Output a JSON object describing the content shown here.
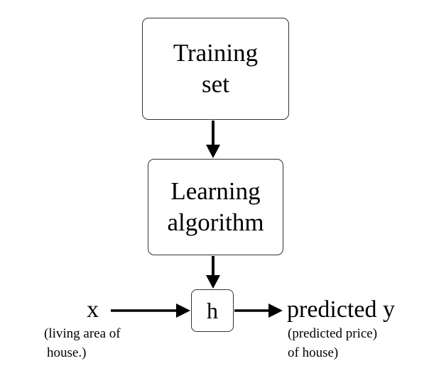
{
  "training_box": {
    "line1": "Training",
    "line2": "set"
  },
  "learning_box": {
    "line1": "Learning",
    "line2": "algorithm"
  },
  "hypothesis_box": {
    "label": "h"
  },
  "input": {
    "label": "x",
    "note_line1": "(living area of",
    "note_line2": "house.)"
  },
  "output": {
    "label": "predicted y",
    "note_line1": "(predicted price)",
    "note_line2": "of house)"
  }
}
